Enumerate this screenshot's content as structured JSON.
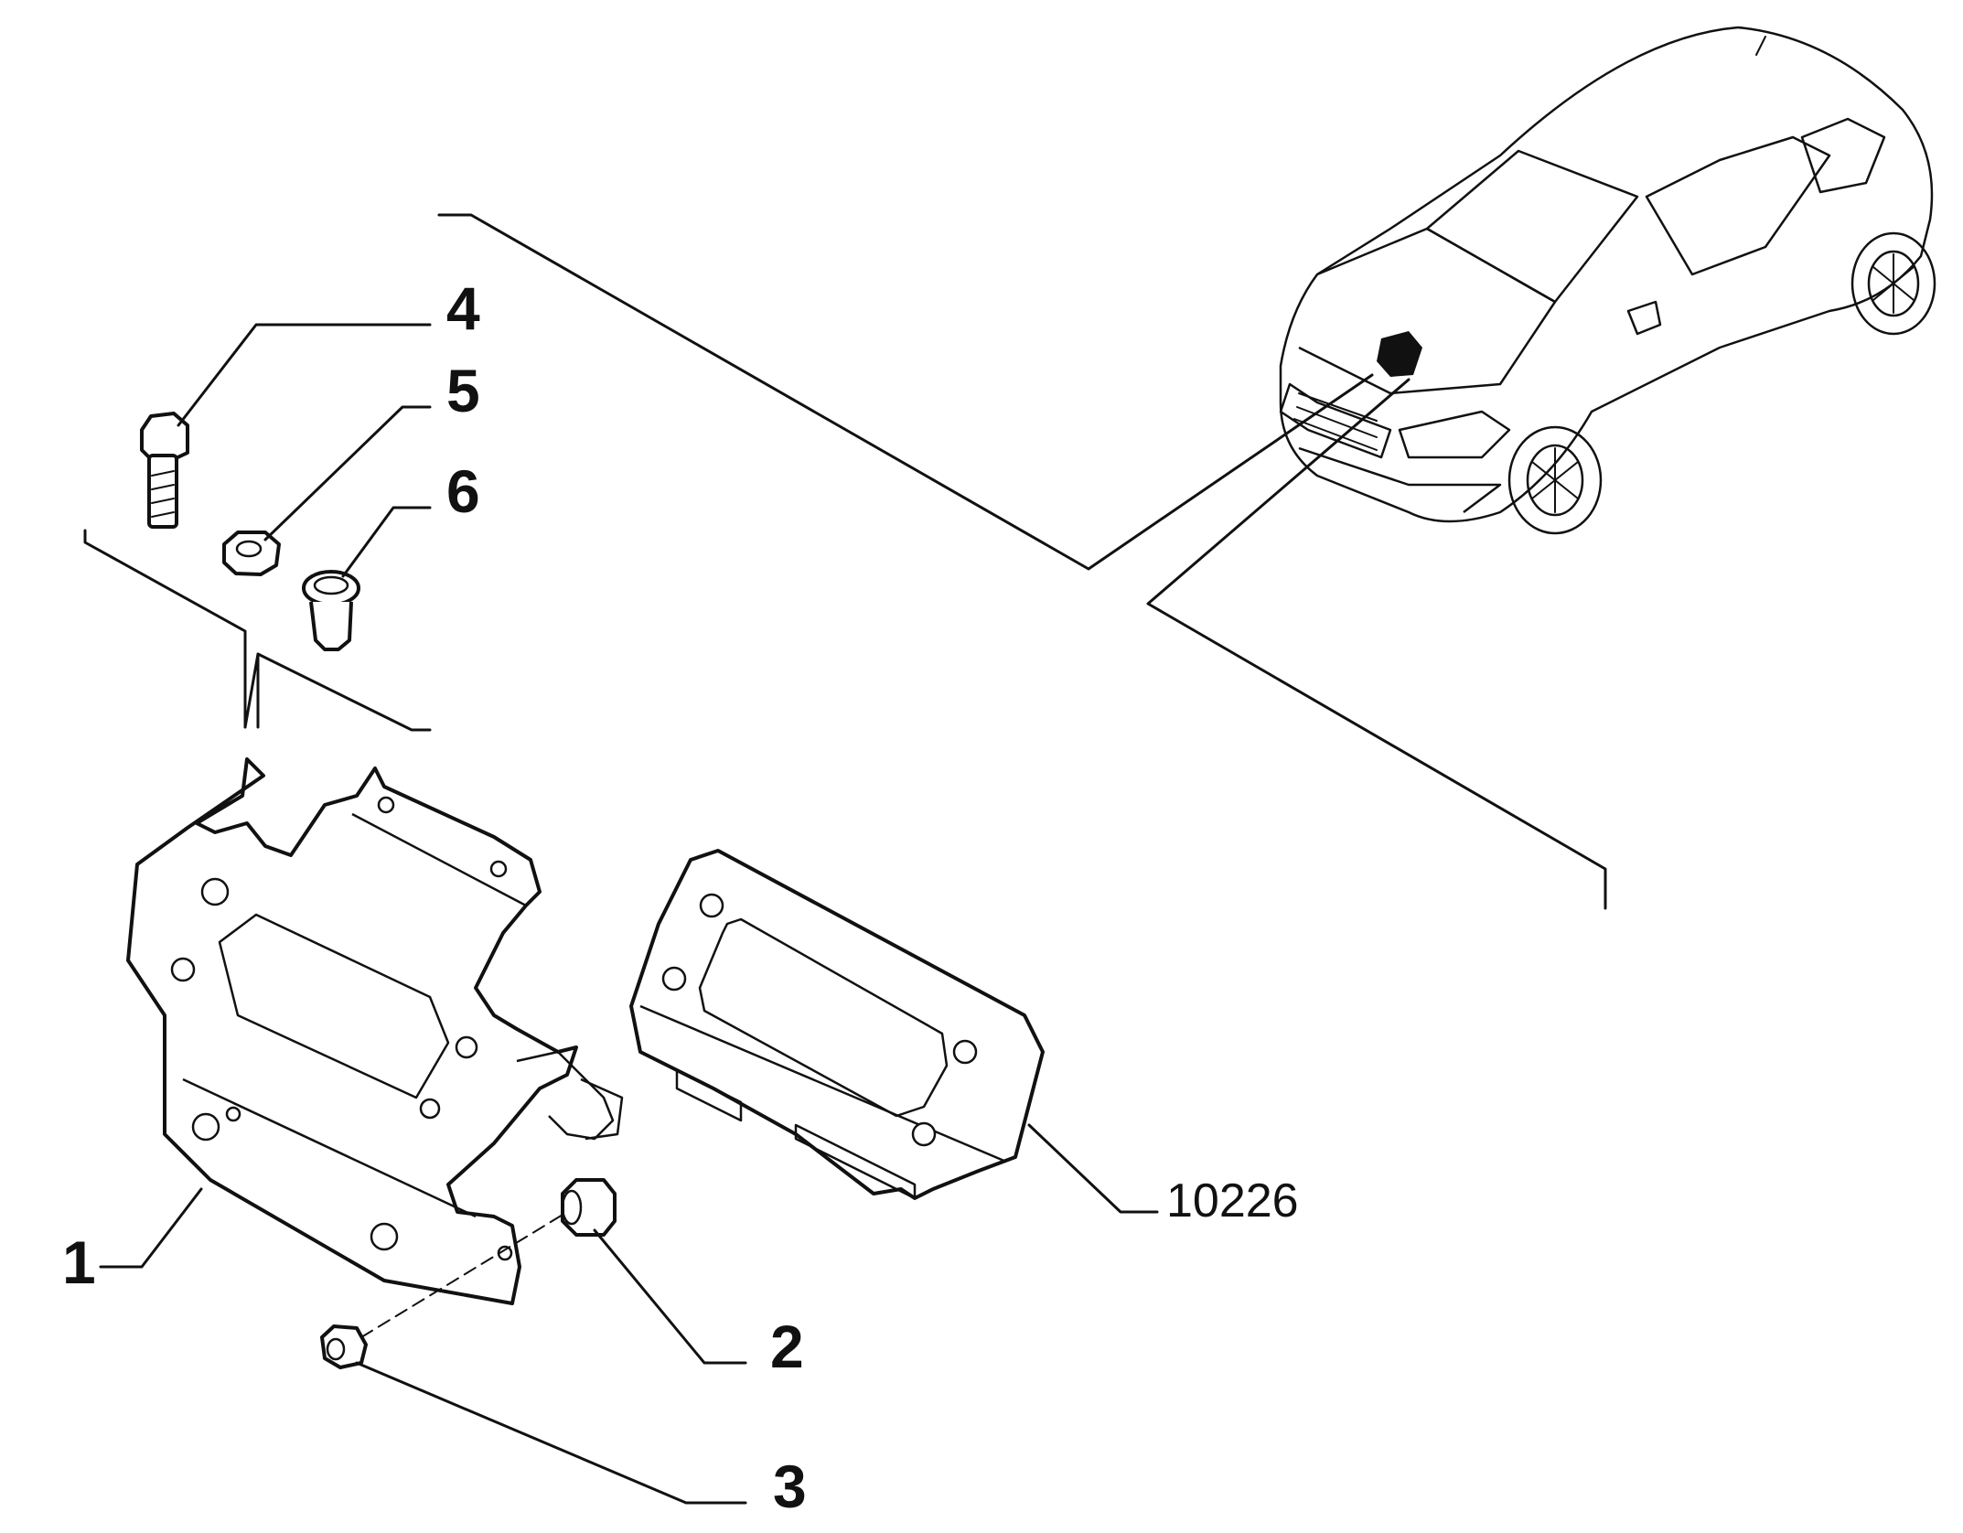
{
  "callouts": {
    "bracket": "1",
    "grommet": "2",
    "nut": "3",
    "bolt": "4",
    "washer_nut": "5",
    "rivet_nut": "6",
    "control_unit": "10226"
  },
  "colors": {
    "line": "#111111",
    "background": "#ffffff"
  }
}
